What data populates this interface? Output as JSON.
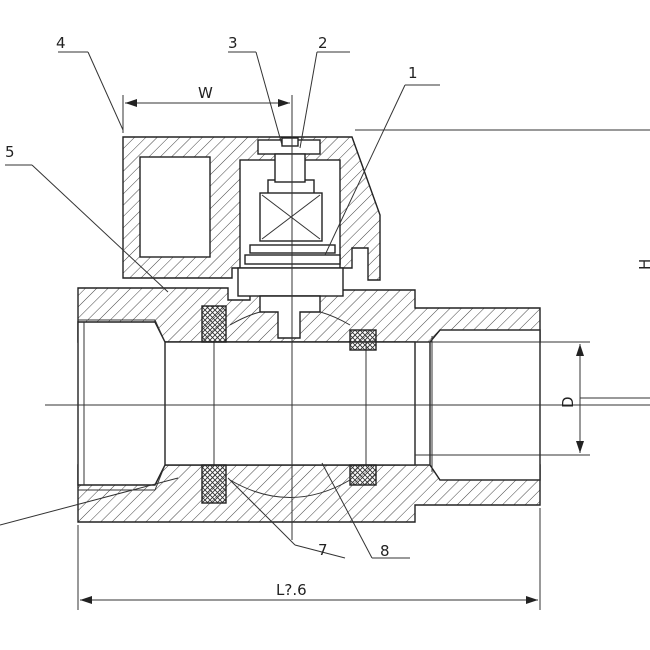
{
  "labels": {
    "part_1": "1",
    "part_2": "2",
    "part_3": "3",
    "part_4": "4",
    "part_5": "5",
    "part_7": "7",
    "part_8": "8"
  },
  "dimensions": {
    "width": "W",
    "height": "H",
    "diameter": "D",
    "length": "L?.6"
  }
}
